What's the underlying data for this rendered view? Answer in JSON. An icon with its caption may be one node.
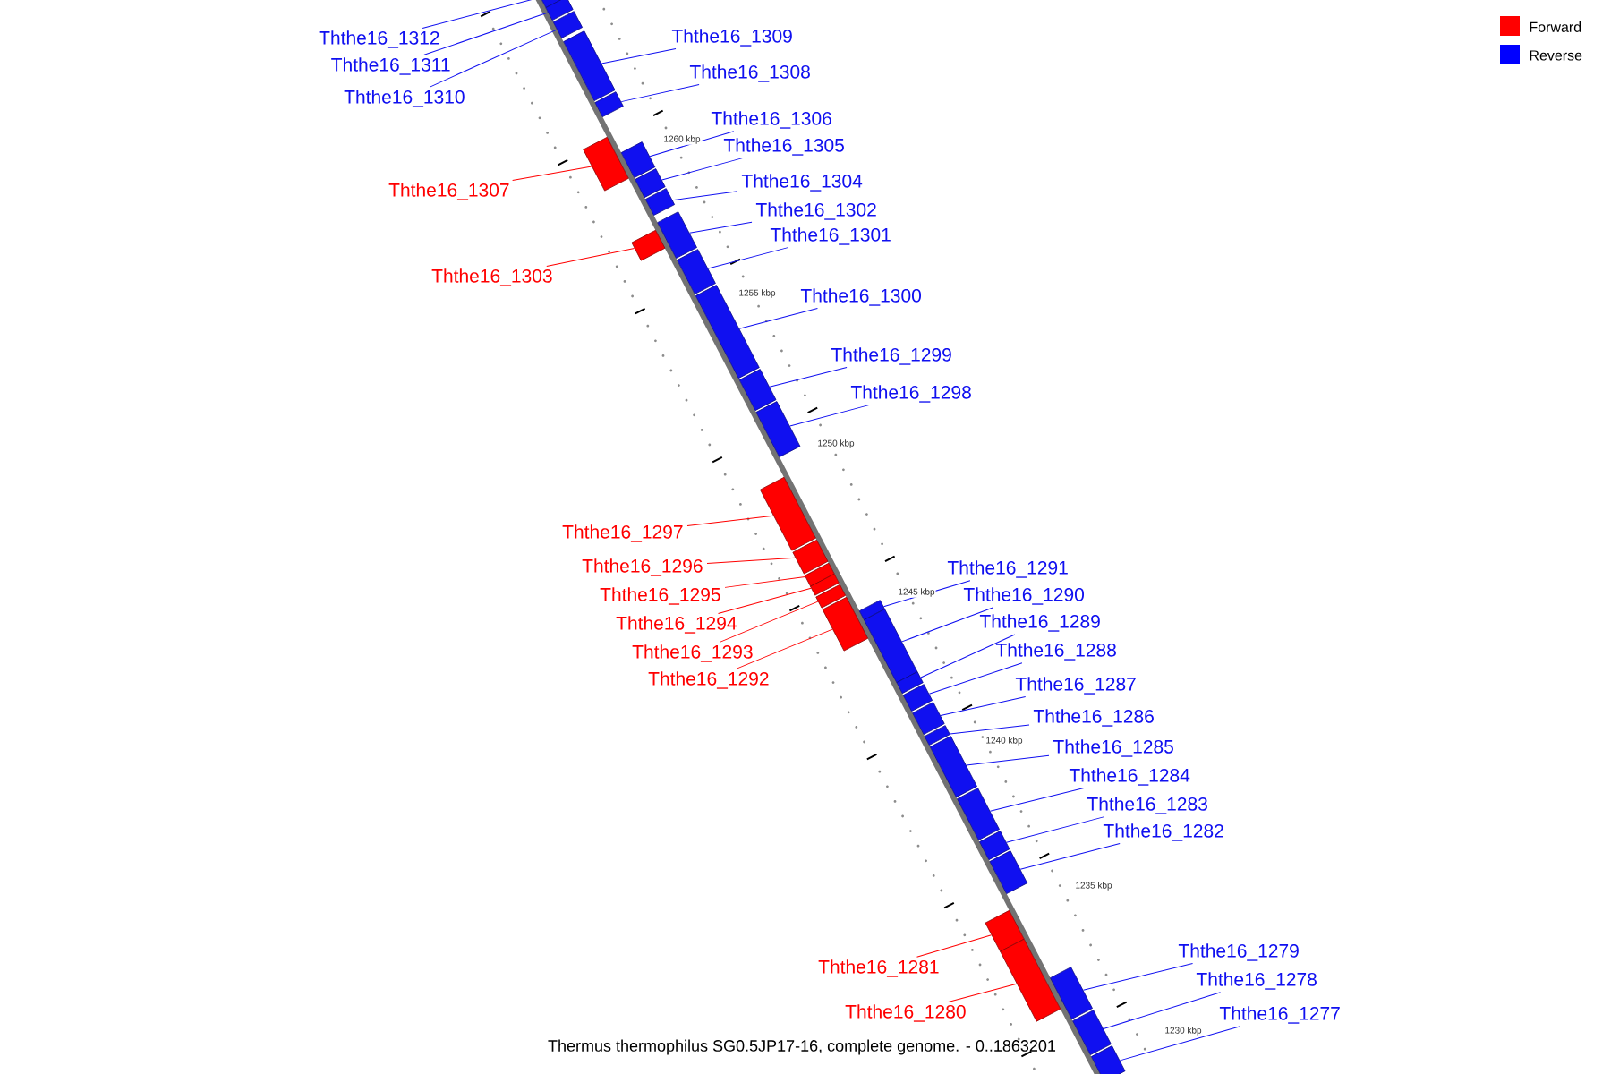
{
  "diagram": {
    "caption": "Thermus thermophilus SG0.5JP17-16, complete genome. - 0..1863201",
    "nodes": [
      {
        "text": [
          "Ththe16_1312"
        ]
      },
      {
        "text": [],
        "shape": "bar"
      },
      {
        "text": [
          "Ththe16_1311"
        ]
      },
      {
        "text": [],
        "shape": "bar"
      },
      {
        "text": [
          "Ththe16_1310"
        ]
      },
      {
        "text": [],
        "shape": "bar"
      },
      {
        "text": [
          "Ththe16_1309"
        ]
      },
      {
        "text": [],
        "shape": "bar"
      },
      {
        "text": [
          "Ththe16_1308"
        ]
      },
      {
        "text": [],
        "shape": "bar"
      },
      {
        "text": [
          "Ththe16_1307"
        ]
      },
      {
        "text": [],
        "shape": "bar"
      },
      {
        "text": [
          "Ththe16_1306"
        ]
      },
      {
        "text": [],
        "shape": "bar"
      },
      {
        "text": [
          "Ththe16_1305"
        ]
      },
      {
        "text": [],
        "shape": "bar"
      },
      {
        "text": [
          "Ththe16_1304"
        ]
      },
      {
        "text": [],
        "shape": "bar"
      },
      {
        "text": [
          "Ththe16_1303"
        ]
      },
      {
        "text": [],
        "shape": "bar"
      },
      {
        "text": [
          "Ththe16_1302"
        ]
      },
      {
        "text": [],
        "shape": "bar"
      },
      {
        "text": [
          "Ththe16_1301"
        ]
      },
      {
        "text": [],
        "shape": "bar"
      },
      {
        "text": [
          "Ththe16_1300"
        ]
      },
      {
        "text": [],
        "shape": "bar"
      },
      {
        "text": [
          "Ththe16_1299"
        ]
      },
      {
        "text": [],
        "shape": "bar"
      },
      {
        "text": [
          "Ththe16_1298"
        ]
      },
      {
        "text": [],
        "shape": "bar"
      },
      {
        "text": [
          "Ththe16_1297"
        ]
      },
      {
        "text": [],
        "shape": "bar"
      },
      {
        "text": [
          "Ththe16_1296"
        ]
      },
      {
        "text": [],
        "shape": "bar"
      },
      {
        "text": [
          "Ththe16_1295"
        ]
      },
      {
        "text": [],
        "shape": "bar"
      },
      {
        "text": [
          "Ththe16_1294"
        ]
      },
      {
        "text": [],
        "shape": "bar"
      },
      {
        "text": [
          "Ththe16_1293"
        ]
      },
      {
        "text": [],
        "shape": "bar"
      },
      {
        "text": [
          "Ththe16_1292"
        ]
      },
      {
        "text": [],
        "shape": "bar"
      },
      {
        "text": [
          "Ththe16_1291"
        ]
      },
      {
        "text": [],
        "shape": "bar"
      },
      {
        "text": [
          "Ththe16_1290"
        ]
      },
      {
        "text": [],
        "shape": "bar"
      },
      {
        "text": [
          "Ththe16_1289"
        ]
      },
      {
        "text": [],
        "shape": "bar"
      },
      {
        "text": [
          "Ththe16_1288"
        ]
      },
      {
        "text": [],
        "shape": "bar"
      },
      {
        "text": [
          "Ththe16_1287"
        ]
      },
      {
        "text": [],
        "shape": "bar"
      },
      {
        "text": [
          "Ththe16_1286"
        ]
      },
      {
        "text": [],
        "shape": "bar"
      },
      {
        "text": [
          "Ththe16_1285"
        ]
      },
      {
        "text": [],
        "shape": "bar"
      },
      {
        "text": [
          "Ththe16_1284"
        ]
      },
      {
        "text": [],
        "shape": "bar"
      },
      {
        "text": [
          "Ththe16_1283"
        ]
      },
      {
        "text": [],
        "shape": "bar"
      },
      {
        "text": [
          "Ththe16_1282"
        ]
      },
      {
        "text": [],
        "shape": "bar"
      },
      {
        "text": [
          "Ththe16_1281"
        ]
      },
      {
        "text": [],
        "shape": "bar"
      },
      {
        "text": [
          "Ththe16_1280"
        ]
      },
      {
        "text": [],
        "shape": "bar"
      },
      {
        "text": [
          "Ththe16_1279"
        ]
      },
      {
        "text": [],
        "shape": "bar"
      },
      {
        "text": [
          "Ththe16_1278"
        ]
      },
      {
        "text": [],
        "shape": "bar"
      },
      {
        "text": [
          "Ththe16_1277"
        ]
      },
      {
        "text": [],
        "shape": "bar"
      }
    ],
    "edges": [
      {
        "from": 0,
        "to": 1,
        "arrow": "none"
      },
      {
        "from": 2,
        "to": 3,
        "arrow": "none"
      },
      {
        "from": 4,
        "to": 5,
        "arrow": "none"
      },
      {
        "from": 6,
        "to": 7,
        "arrow": "none"
      },
      {
        "from": 8,
        "to": 9,
        "arrow": "none"
      },
      {
        "from": 10,
        "to": 11,
        "arrow": "none",
        "color": "#ff0000"
      },
      {
        "from": 12,
        "to": 13,
        "arrow": "none"
      },
      {
        "from": 14,
        "to": 15,
        "arrow": "none"
      },
      {
        "from": 16,
        "to": 17,
        "arrow": "none"
      },
      {
        "from": 18,
        "to": 19,
        "arrow": "none",
        "color": "#ff0000"
      },
      {
        "from": 20,
        "to": 21,
        "arrow": "none"
      },
      {
        "from": 22,
        "to": 23,
        "arrow": "none"
      },
      {
        "from": 24,
        "to": 25,
        "arrow": "none"
      },
      {
        "from": 26,
        "to": 27,
        "arrow": "none"
      },
      {
        "from": 28,
        "to": 29,
        "arrow": "none"
      },
      {
        "from": 30,
        "to": 31,
        "arrow": "none",
        "color": "#ff0000"
      },
      {
        "from": 32,
        "to": 33,
        "arrow": "none",
        "color": "#ff0000"
      },
      {
        "from": 34,
        "to": 35,
        "arrow": "none",
        "color": "#ff0000"
      },
      {
        "from": 36,
        "to": 37,
        "arrow": "none",
        "color": "#ff0000"
      },
      {
        "from": 38,
        "to": 39,
        "arrow": "none",
        "color": "#ff0000"
      },
      {
        "from": 40,
        "to": 41,
        "arrow": "none",
        "color": "#ff0000"
      },
      {
        "from": 42,
        "to": 43,
        "arrow": "none"
      },
      {
        "from": 44,
        "to": 45,
        "arrow": "none"
      },
      {
        "from": 46,
        "to": 47,
        "arrow": "none"
      },
      {
        "from": 48,
        "to": 49,
        "arrow": "none"
      },
      {
        "from": 50,
        "to": 51,
        "arrow": "none"
      },
      {
        "from": 52,
        "to": 53,
        "arrow": "none"
      },
      {
        "from": 54,
        "to": 55,
        "arrow": "none"
      },
      {
        "from": 56,
        "to": 57,
        "arrow": "none"
      },
      {
        "from": 58,
        "to": 59,
        "arrow": "none"
      },
      {
        "from": 60,
        "to": 61,
        "arrow": "none"
      },
      {
        "from": 62,
        "to": 63,
        "arrow": "none",
        "color": "#ff0000"
      },
      {
        "from": 64,
        "to": 65,
        "arrow": "none",
        "color": "#ff0000"
      },
      {
        "from": 66,
        "to": 67,
        "arrow": "none"
      },
      {
        "from": 68,
        "to": 69,
        "arrow": "none"
      },
      {
        "from": 70,
        "to": 71,
        "arrow": "none"
      }
    ],
    "labels": [
      "1260 kbp",
      "1255 kbp",
      "1250 kbp",
      "1245 kbp",
      "1240 kbp",
      "1235 kbp",
      "1230 kbp"
    ],
    "legend": [
      {
        "text": "Forward",
        "color": "#ff0000"
      },
      {
        "text": "Reverse",
        "color": "#0000ff"
      }
    ]
  }
}
